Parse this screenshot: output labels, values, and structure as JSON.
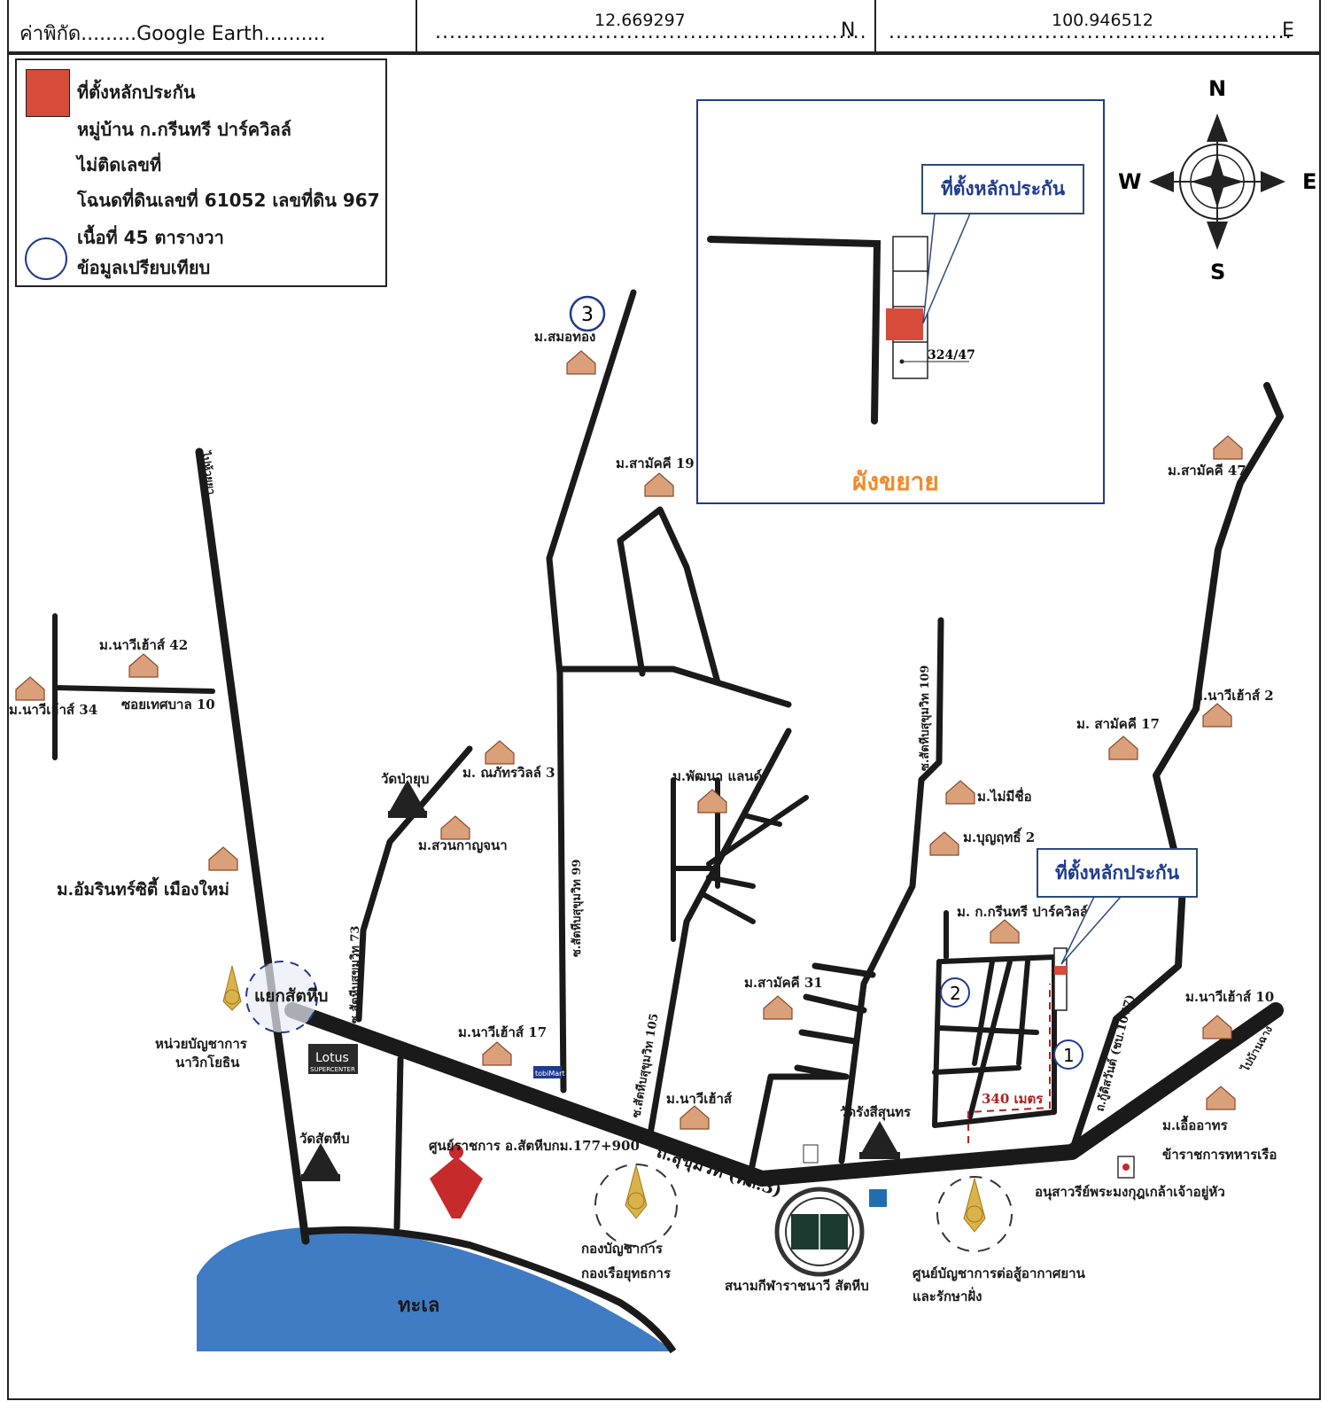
{
  "header": {
    "coord_label": "ค่าพิกัด.........Google Earth..........",
    "latitude": "12.669297",
    "lat_suffix": "N",
    "longitude": "100.946512",
    "lon_suffix": "E"
  },
  "legend": {
    "collateral_location": "ที่ตั้งหลักประกัน",
    "village": "หมู่บ้าน ก.กรีนทรี ปาร์ควิลล์",
    "no_number": "ไม่ติดเลขที่",
    "deed": "โฉนดที่ดินเลขที่ 61052 เลขที่ดิน 967",
    "area": "เนื้อที่ 45 ตารางวา",
    "comparison": "ข้อมูลเปรียบเทียบ",
    "marker_color": "#d64b3a",
    "circle_color": "#1f3b8f"
  },
  "compass": {
    "n": "N",
    "s": "S",
    "e": "E",
    "w": "W"
  },
  "inset": {
    "callout": "ที่ตั้งหลักประกัน",
    "plot_number": "324/47",
    "caption": "ผังขยาย",
    "caption_color": "#f08a2a"
  },
  "main_callout": "ที่ตั้งหลักประกัน",
  "distance": "340 เมตร",
  "sea_label": "ทะเล",
  "sea_color": "#3f7cc4",
  "markers": {
    "m1": "1",
    "m2": "2",
    "m3": "3"
  },
  "roads": {
    "sukhumvit": "ถ.สุขุมวิท (ทล.3)",
    "soi_tessaban_10": "ซอยเทศบาล 10",
    "to_sattahip": "ไปห้วยยา",
    "to_ban_chang": "ไปบ้านฉาง",
    "soi_73": "ซ.สัตหีบสุขุมวิท 73",
    "soi_99": "ซ.สัตหีบสุขุมวิท 99",
    "soi_105": "ซ.สัตหีบสุขุมวิท 105",
    "soi_109": "ซ.สัตหีบสุขุมวิท 109",
    "road_1077": "ถ.กู้ดิสวันต์ (ชบ.1077)"
  },
  "places": {
    "som_thong": "ม.สมอทอง",
    "samakkhi_19": "ม.สามัคคี 19",
    "samakkhi_47": "ม.สามัคคี 47",
    "nawi_42": "ม.นาวีเฮ้าส์ 42",
    "nawi_34": "ม.นาวีเฮ้าส์ 34",
    "wat_pa_yup": "วัดป่ายุบ",
    "naphat_3": "ม. ณภัทรวิลล์ 3",
    "suan_kanchana": "ม.สวนกาญจนา",
    "amarin": "ม.อัมรินทร์ซิตี้ เมืองใหม่",
    "phatthana_land": "ม.พัฒนา แลนด์",
    "mai_mi_chue": "ม.ไม่มีชื่อ",
    "bunrit_2": "ม.บุญฤทธิ์ 2",
    "samakkhi_17": "ม. สามัคคี 17",
    "nawi_2": "ม.นาวีเฮ้าส์ 2",
    "green_tree": "ม. ก.กรีนทรี ปาร์ควิลล์",
    "samakkhi_31": "ม.สามัคคี 31",
    "nawi_10": "ม.นาวีเฮ้าส์ 10",
    "sattahip_junction": "แยกสัตหีบ",
    "naval_unit": "หน่วยบัญชาการ",
    "naval_unit2": "นาวิกโยธิน",
    "lotus": "Lotus",
    "lotus_sub": "SUPERCENTER",
    "nawi_17": "ม.นาวีเฮ้าส์ 17",
    "nawi": "ม.นาวีเฮ้าส์",
    "wat_sattahip": "วัดสัตหีบ",
    "gov_center": "ศูนย์ราชการ อ.สัตหีบกม.177+900",
    "wat_rangsi": "วัดรังสีสุนทร",
    "fleet_hq": "กองบัญชาการ",
    "fleet_hq2": "กองเรือยุทธการ",
    "stadium": "สนามกีฬาราชนาวี สัตหีบ",
    "air_defense": "ศูนย์บัญชาการต่อสู้อากาศยาน",
    "air_defense2": "และรักษาฝั่ง",
    "monument": "อนุสาวรีย์พระมงกุฎเกล้าเจ้าอยู่หัว",
    "eua_athorn": "ม.เอื้ออาทร",
    "navy_staff": "ข้าราชการทหารเรือ",
    "shop": "tobiMart"
  }
}
